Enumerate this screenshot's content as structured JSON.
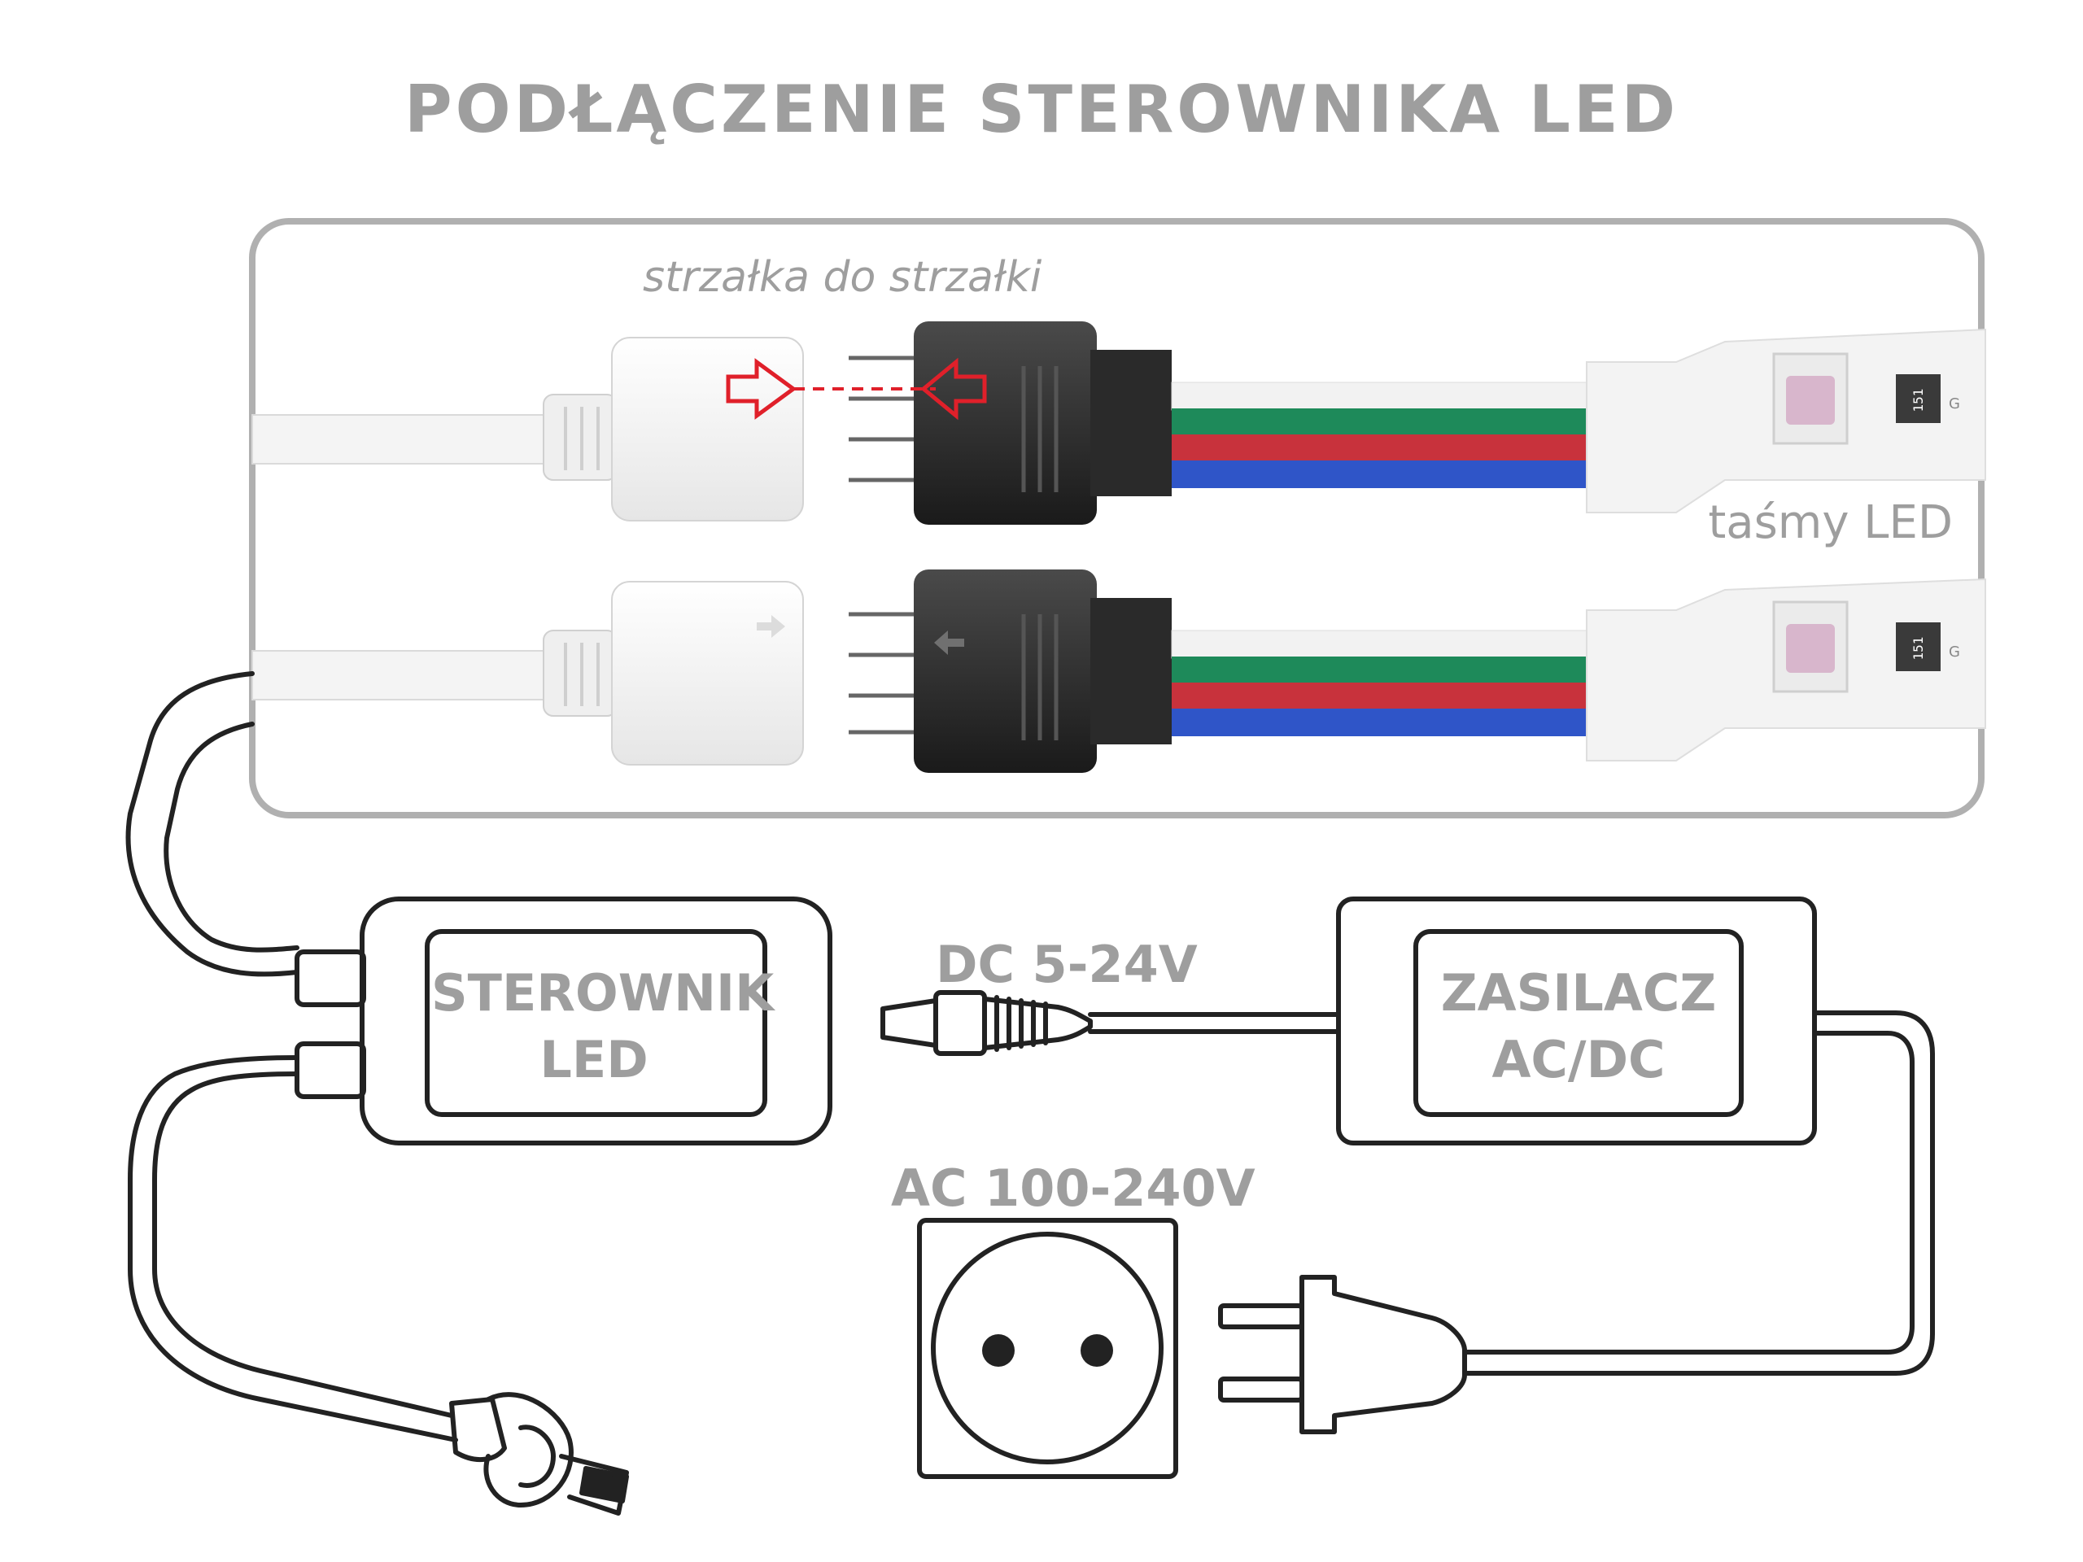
{
  "title": "PODŁĄCZENIE STEROWNIKA LED",
  "photo_panel": {
    "arrow_note": "strzałka do strzałki",
    "strip_label": "taśmy LED",
    "chip_marking": "151",
    "chip_letter": "G"
  },
  "controller": {
    "line1": "STEROWNIK",
    "line2": "LED"
  },
  "power_supply": {
    "line1": "ZASILACZ",
    "line2": "AC/DC"
  },
  "dc_label": "DC 5-24V",
  "ac_label": "AC 100-240V",
  "colors": {
    "text_gray": "#9e9e9e",
    "frame_gray": "#b0b0b0",
    "outline": "#222222",
    "wire_green": "#1e8a5a",
    "wire_red": "#c8323c",
    "wire_blue": "#2f55c8",
    "arrow_red": "#e0202a"
  }
}
